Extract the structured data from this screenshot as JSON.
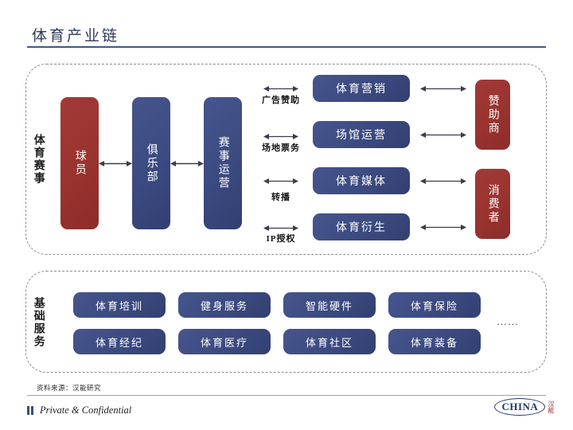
{
  "slide": {
    "title": "体育产业链",
    "source_note": "资料来源：汉能研究",
    "confidential": "Private & Confidential",
    "brand_text": "CHINA",
    "brand_cn": "汉能"
  },
  "colors": {
    "blue": "#3b4a80",
    "red": "#99332f",
    "title": "#2e3a55",
    "rule": "#46557f"
  },
  "sections": {
    "events": {
      "label": "体育赛事",
      "chain": [
        {
          "name": "player",
          "label": "球员",
          "color": "red"
        },
        {
          "name": "club",
          "label": "俱乐部",
          "color": "blue"
        },
        {
          "name": "event-operation",
          "label": "赛事运营",
          "color": "blue"
        }
      ],
      "middle": [
        {
          "name": "marketing",
          "label": "体育营销"
        },
        {
          "name": "venue",
          "label": "场馆运营"
        },
        {
          "name": "media",
          "label": "体育媒体"
        },
        {
          "name": "derived",
          "label": "体育衍生"
        }
      ],
      "captions": [
        "广告赞助",
        "场地票务",
        "转播",
        "IP授权"
      ],
      "right": [
        {
          "name": "sponsor",
          "label": "赞助商"
        },
        {
          "name": "consumer",
          "label": "消费者"
        }
      ]
    },
    "basic": {
      "label": "基础服务",
      "row1": [
        {
          "name": "training",
          "label": "体育培训"
        },
        {
          "name": "fitness",
          "label": "健身服务"
        },
        {
          "name": "hardware",
          "label": "智能硬件"
        },
        {
          "name": "insurance",
          "label": "体育保险"
        }
      ],
      "row2": [
        {
          "name": "agency",
          "label": "体育经纪"
        },
        {
          "name": "medical",
          "label": "体育医疗"
        },
        {
          "name": "community",
          "label": "体育社区"
        },
        {
          "name": "equipment",
          "label": "体育装备"
        }
      ],
      "ellipsis": "……"
    }
  }
}
